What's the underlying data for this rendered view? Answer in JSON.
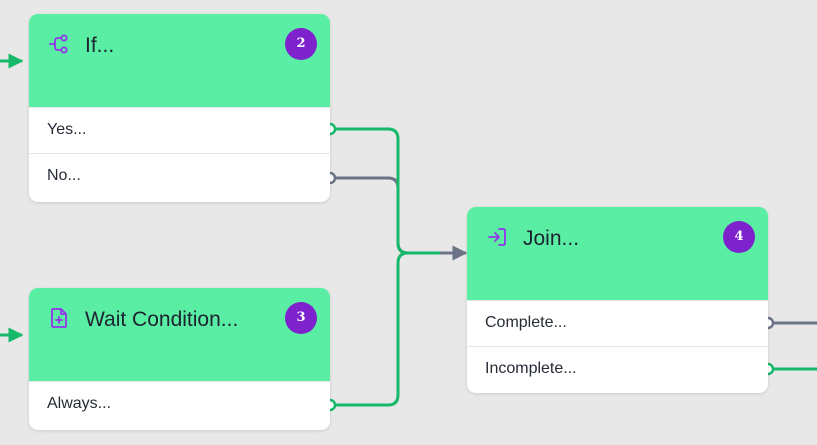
{
  "nodes": {
    "if": {
      "title": "If...",
      "badge": "2",
      "icon": "branch-icon",
      "outputs": [
        "Yes...",
        "No..."
      ]
    },
    "wait": {
      "title": "Wait Condition...",
      "badge": "3",
      "icon": "add-document-icon",
      "outputs": [
        "Always..."
      ]
    },
    "join": {
      "title": "Join...",
      "badge": "4",
      "icon": "enter-icon",
      "outputs": [
        "Complete...",
        "Incomplete..."
      ]
    }
  },
  "colors": {
    "canvas": "#e8e8e8",
    "node_header": "#5aeda4",
    "badge": "#7e22ce",
    "icon": "#9333ea",
    "wire_green": "#16b86a",
    "wire_gray": "#6b7386"
  }
}
